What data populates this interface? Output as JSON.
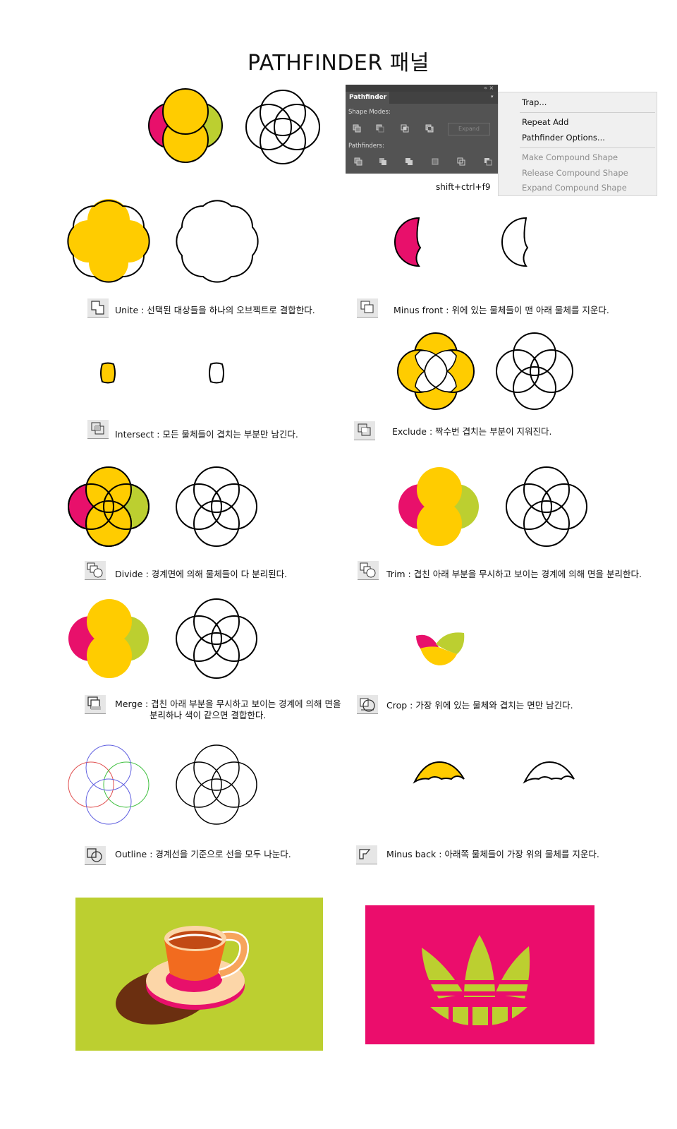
{
  "title": "PATHFINDER 패널",
  "panel": {
    "tab": "Pathfinder",
    "shape_modes": "Shape Modes:",
    "expand": "Expand",
    "pathfinders": "Pathfinders:",
    "shortcut": "shift+ctrl+f9"
  },
  "menu": {
    "items": [
      {
        "label": "Trap...",
        "enabled": true
      },
      {
        "label": "Repeat Add",
        "enabled": true
      },
      {
        "label": "Pathfinder Options...",
        "enabled": true
      },
      {
        "label": "Make Compound Shape",
        "enabled": false
      },
      {
        "label": "Release Compound Shape",
        "enabled": false
      },
      {
        "label": "Expand Compound Shape",
        "enabled": false
      }
    ]
  },
  "captions": {
    "unite": "Unite : 선택된 대상들을 하나의 오브젝트로 결합한다.",
    "minus_front": "Minus front : 위에 있는 물체들이 맨 아래 물체를 지운다.",
    "intersect": "Intersect : 모든 물체들이 겹치는 부분만 남긴다.",
    "exclude": "Exclude : 짝수번 겹치는 부분이 지워진다.",
    "divide": "Divide : 경계면에 의해 물체들이 다 분리된다.",
    "trim": "Trim : 겹친 아래 부분을 무시하고 보이는 경계에 의해 면을 분리한다.",
    "merge_line1": "Merge : 겹친 아래 부분을 무시하고 보이는 경계에 의해 면을",
    "merge_line2": "분리하나 색이 같으면 결합한다.",
    "crop": "Crop : 가장 위에 있는 물체와 겹치는 면만 남긴다.",
    "outline": "Outline : 경계선을 기준으로 선을 모두 나눈다.",
    "minus_back": "Minus back : 아래쪽 물체들이 가장 위의 물체를 지운다."
  },
  "colors": {
    "yellow": "#ffcc00",
    "magenta": "#e8106b",
    "lime": "#bccf30",
    "stroke": "#000000"
  }
}
